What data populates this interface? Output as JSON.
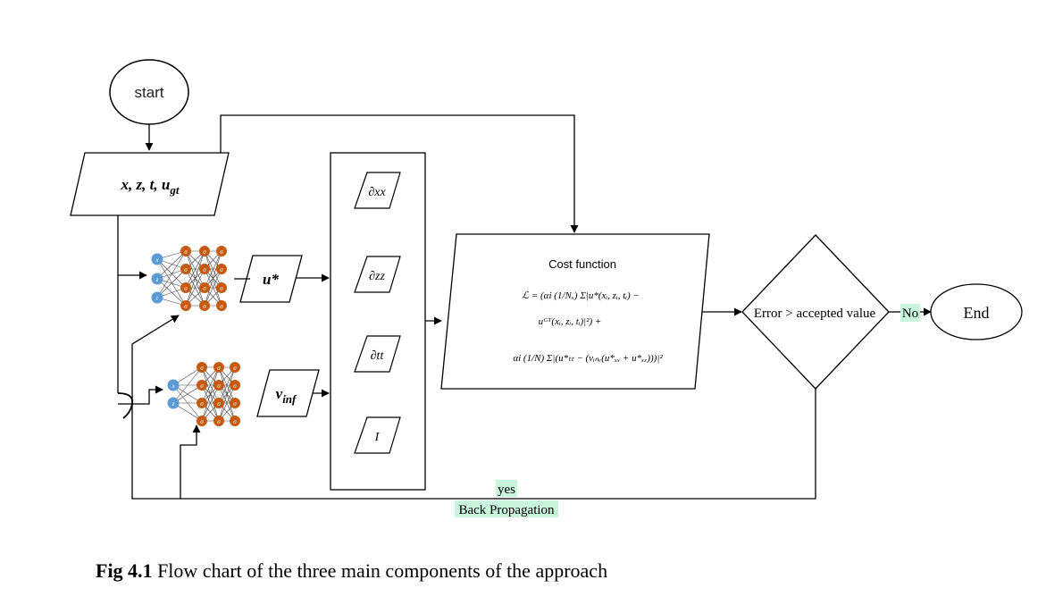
{
  "diagram": {
    "start_label": "start",
    "input_label": "x, z, t,  u",
    "input_label_sub": "gt",
    "u_star_label": "u*",
    "v_inf_label": "v",
    "v_inf_sub": "inf",
    "derivatives": [
      "∂xx",
      "∂zz",
      "∂tt",
      "I"
    ],
    "cost_title": "Cost function",
    "cost_line1": "ℒ = (αi (1/Nₓ) Σ|u*(xᵢ, zᵢ, tᵢ) −",
    "cost_line2": "uᴳᵀ(xᵢ, zᵢ, tᵢ)|²) +",
    "cost_line3": "αi (1/N) Σ|(u*ₜₜ − (vᵢₙᵥ(u*ₓₓ + u*ₓₓ)))|²",
    "decision_label": "Error > accepted value",
    "no_label": "No",
    "end_label": "End",
    "yes_label": "yes",
    "backprop_label": "Back Propagation",
    "net1_inputs": [
      "x",
      "z",
      "t"
    ],
    "net2_inputs": [
      "x",
      "z"
    ],
    "neuron_symbol": "σ"
  },
  "colors": {
    "input_node": "#5b9bd5",
    "hidden_node": "#c55a11",
    "highlight": "#c9f5dc",
    "line": "#000000"
  },
  "caption": {
    "bold": "Fig 4.1",
    "text": " Flow chart of the three main components of the approach"
  }
}
